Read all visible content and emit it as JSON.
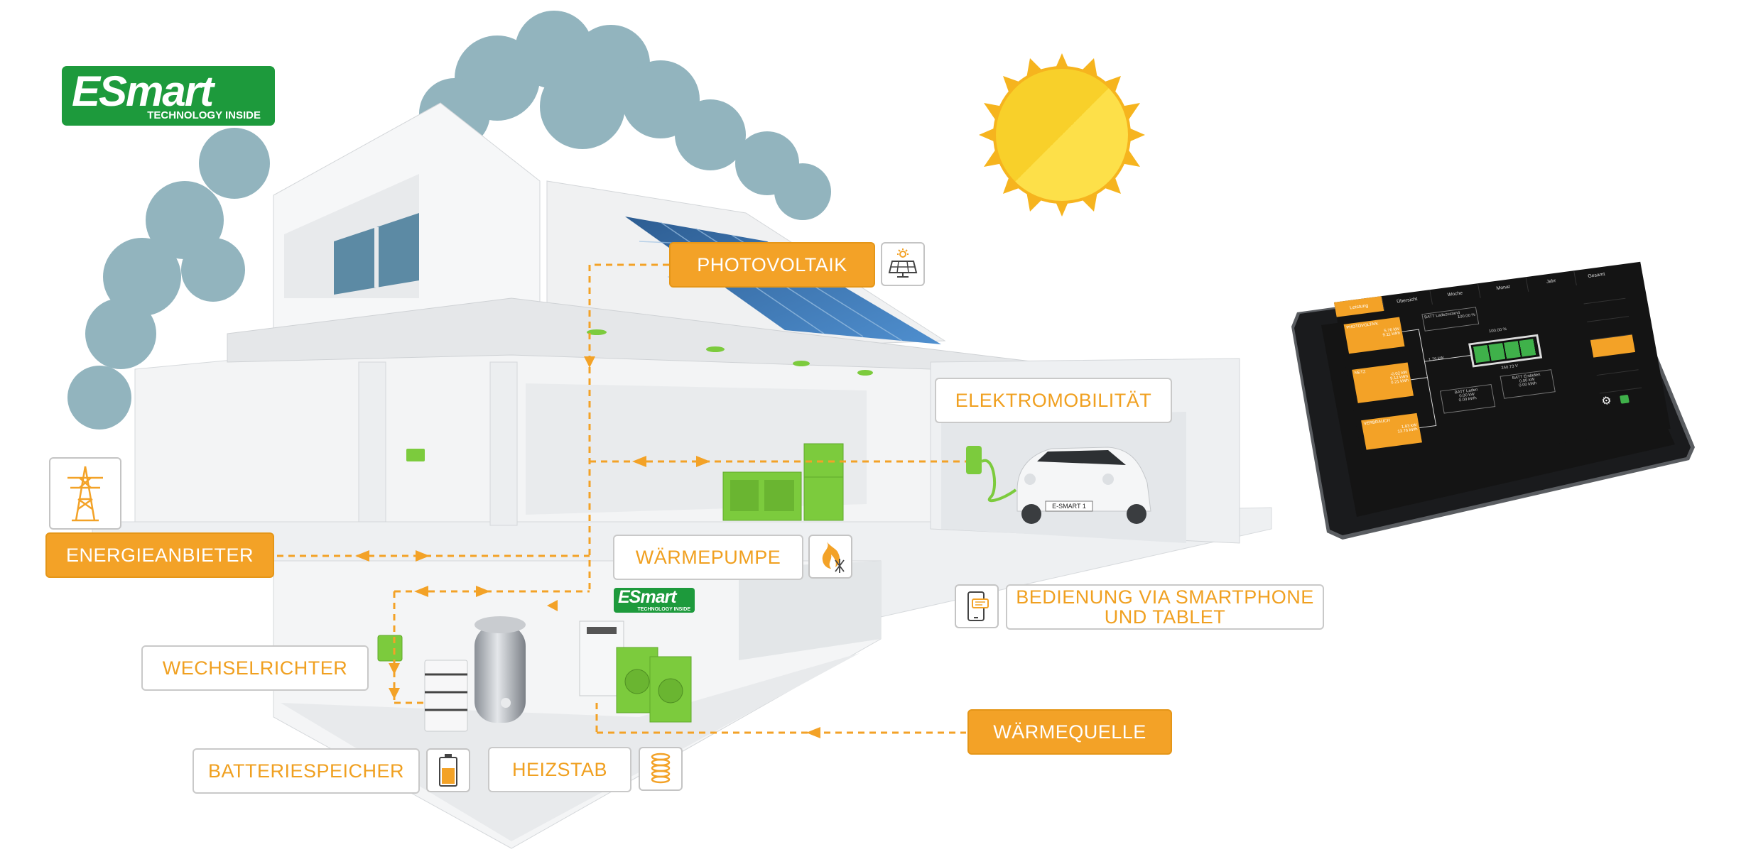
{
  "logo": {
    "brand": "ESmart",
    "tagline": "TECHNOLOGY INSIDE"
  },
  "labels": {
    "photovoltaik": "PHOTOVOLTAIK",
    "elektromobilitaet": "ELEKTROMOBILITÄT",
    "energieanbieter": "ENERGIEANBIETER",
    "waermepumpe": "WÄRMEPUMPE",
    "bedienung_line1": "BEDIENUNG VIA SMARTPHONE",
    "bedienung_line2": "UND TABLET",
    "wechselrichter": "WECHSELRICHTER",
    "waermequelle": "WÄRMEQUELLE",
    "batteriespeicher": "BATTERIESPEICHER",
    "heizstab": "HEIZSTAB"
  },
  "car_plate": "E-SMART 1",
  "tablet": {
    "tabs": [
      "Leistung",
      "Übersicht",
      "Woche",
      "Monat",
      "Jahr",
      "Gesamt"
    ],
    "cards": {
      "photovoltaik": {
        "title": "PHOTOVOLTAIK",
        "values": [
          "5.76 kW",
          "9.11 kWh"
        ]
      },
      "netz": {
        "title": "NETZ",
        "values": [
          "-0.02 kW",
          "9.12 kWh",
          "0.21 kWh"
        ]
      },
      "verbrauch": {
        "title": "VERBRAUCH",
        "values": [
          "1.83 kW",
          "13.76 kWh"
        ]
      },
      "batt_ladezustand": {
        "title": "BATT Ladezustand",
        "value": "100.00 %"
      },
      "batt_laden": {
        "title": "BATT Laden",
        "values": [
          "0.00 kW",
          "0.00 kWh"
        ]
      },
      "batt_entladen": {
        "title": "BATT Entladen",
        "values": [
          "0.00 kW",
          "0.00 kWh"
        ]
      }
    },
    "battery_level": 1.0,
    "readouts": {
      "percent": "100.00 %",
      "power": "1.76 kW",
      "voltage": "240.73 V"
    }
  },
  "colors": {
    "accent": "#f3a227",
    "brand_green": "#1d9a3c",
    "appliance_green": "#7ccb3d",
    "sun": "#f7c61d",
    "tablet_bg": "#1e1e1e"
  },
  "icons": {
    "photovoltaik": "solar-panel-icon",
    "energieanbieter": "power-pylon-icon",
    "waermepumpe": "flame-snowflake-icon",
    "bedienung": "smartphone-icon",
    "batteriespeicher": "battery-icon",
    "heizstab": "heating-coil-icon"
  }
}
